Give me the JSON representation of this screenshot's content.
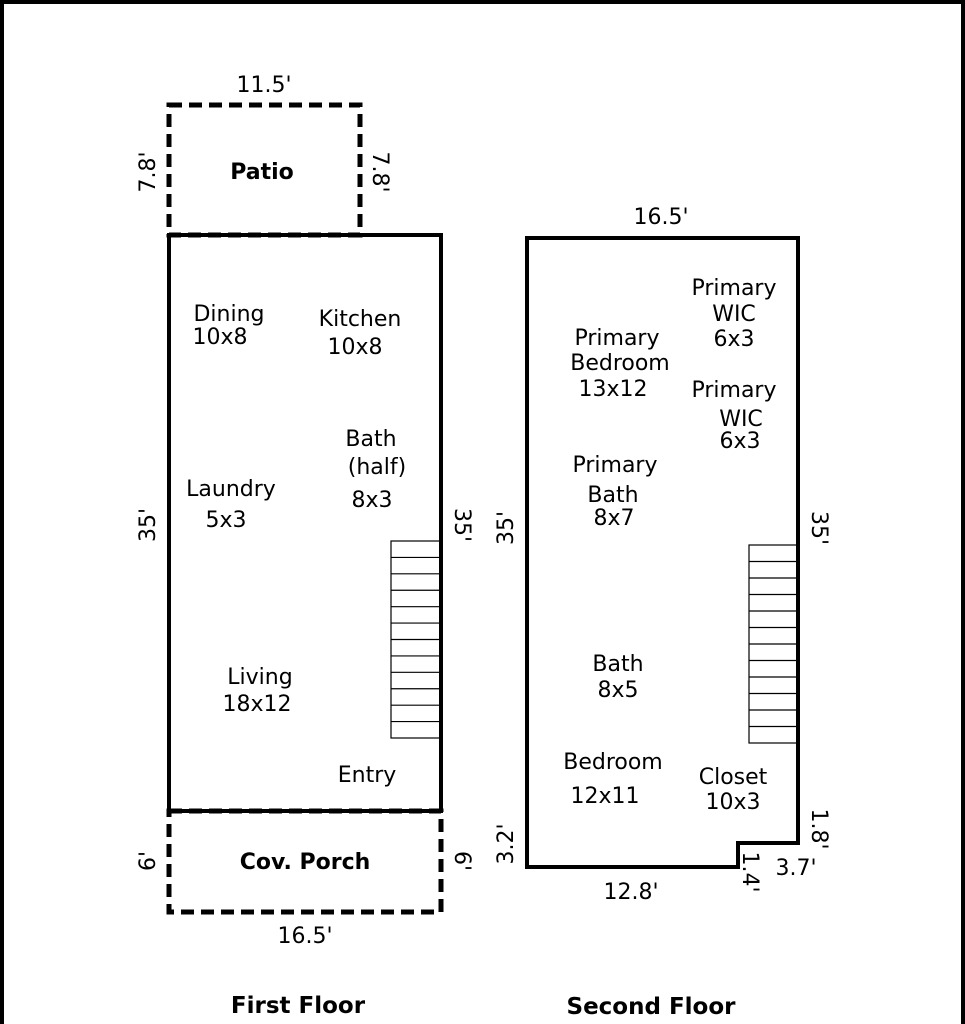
{
  "first_floor": {
    "title": "First Floor",
    "patio": {
      "name": "Patio",
      "width": "11.5'",
      "depth_left": "7.8'",
      "depth_right": "7.8'"
    },
    "porch": {
      "name": "Cov. Porch",
      "width": "16.5'",
      "depth_left": "6'",
      "depth_right": "6'"
    },
    "dims": {
      "left": "35'",
      "right": "35'"
    },
    "rooms": {
      "dining": {
        "name": "Dining",
        "size": "10x8"
      },
      "kitchen": {
        "name": "Kitchen",
        "size": "10x8"
      },
      "bath": {
        "name1": "Bath",
        "name2": "(half)",
        "size": "8x3"
      },
      "laundry": {
        "name": "Laundry",
        "size": "5x3"
      },
      "living": {
        "name": "Living",
        "size": "18x12"
      },
      "entry": {
        "name": "Entry"
      }
    }
  },
  "second_floor": {
    "title": "Second Floor",
    "dims": {
      "top": "16.5'",
      "left": "35'",
      "right": "35'",
      "bottom": "12.8'",
      "left_small": "3.2'",
      "right_small": "1.8'",
      "notch_v": "1.4'",
      "notch_h": "3.7'"
    },
    "rooms": {
      "primary_bedroom": {
        "name1": "Primary",
        "name2": "Bedroom",
        "size": "13x12"
      },
      "primary_wic_1": {
        "name1": "Primary",
        "name2": "WIC",
        "size": "6x3"
      },
      "primary_wic_2": {
        "name1": "Primary",
        "name2": "WIC",
        "size": "6x3"
      },
      "primary_bath": {
        "name1": "Primary",
        "name2": "Bath",
        "size": "8x7"
      },
      "bath": {
        "name": "Bath",
        "size": "8x5"
      },
      "bedroom": {
        "name": "Bedroom",
        "size": "12x11"
      },
      "closet": {
        "name": "Closet",
        "size": "10x3"
      }
    }
  }
}
